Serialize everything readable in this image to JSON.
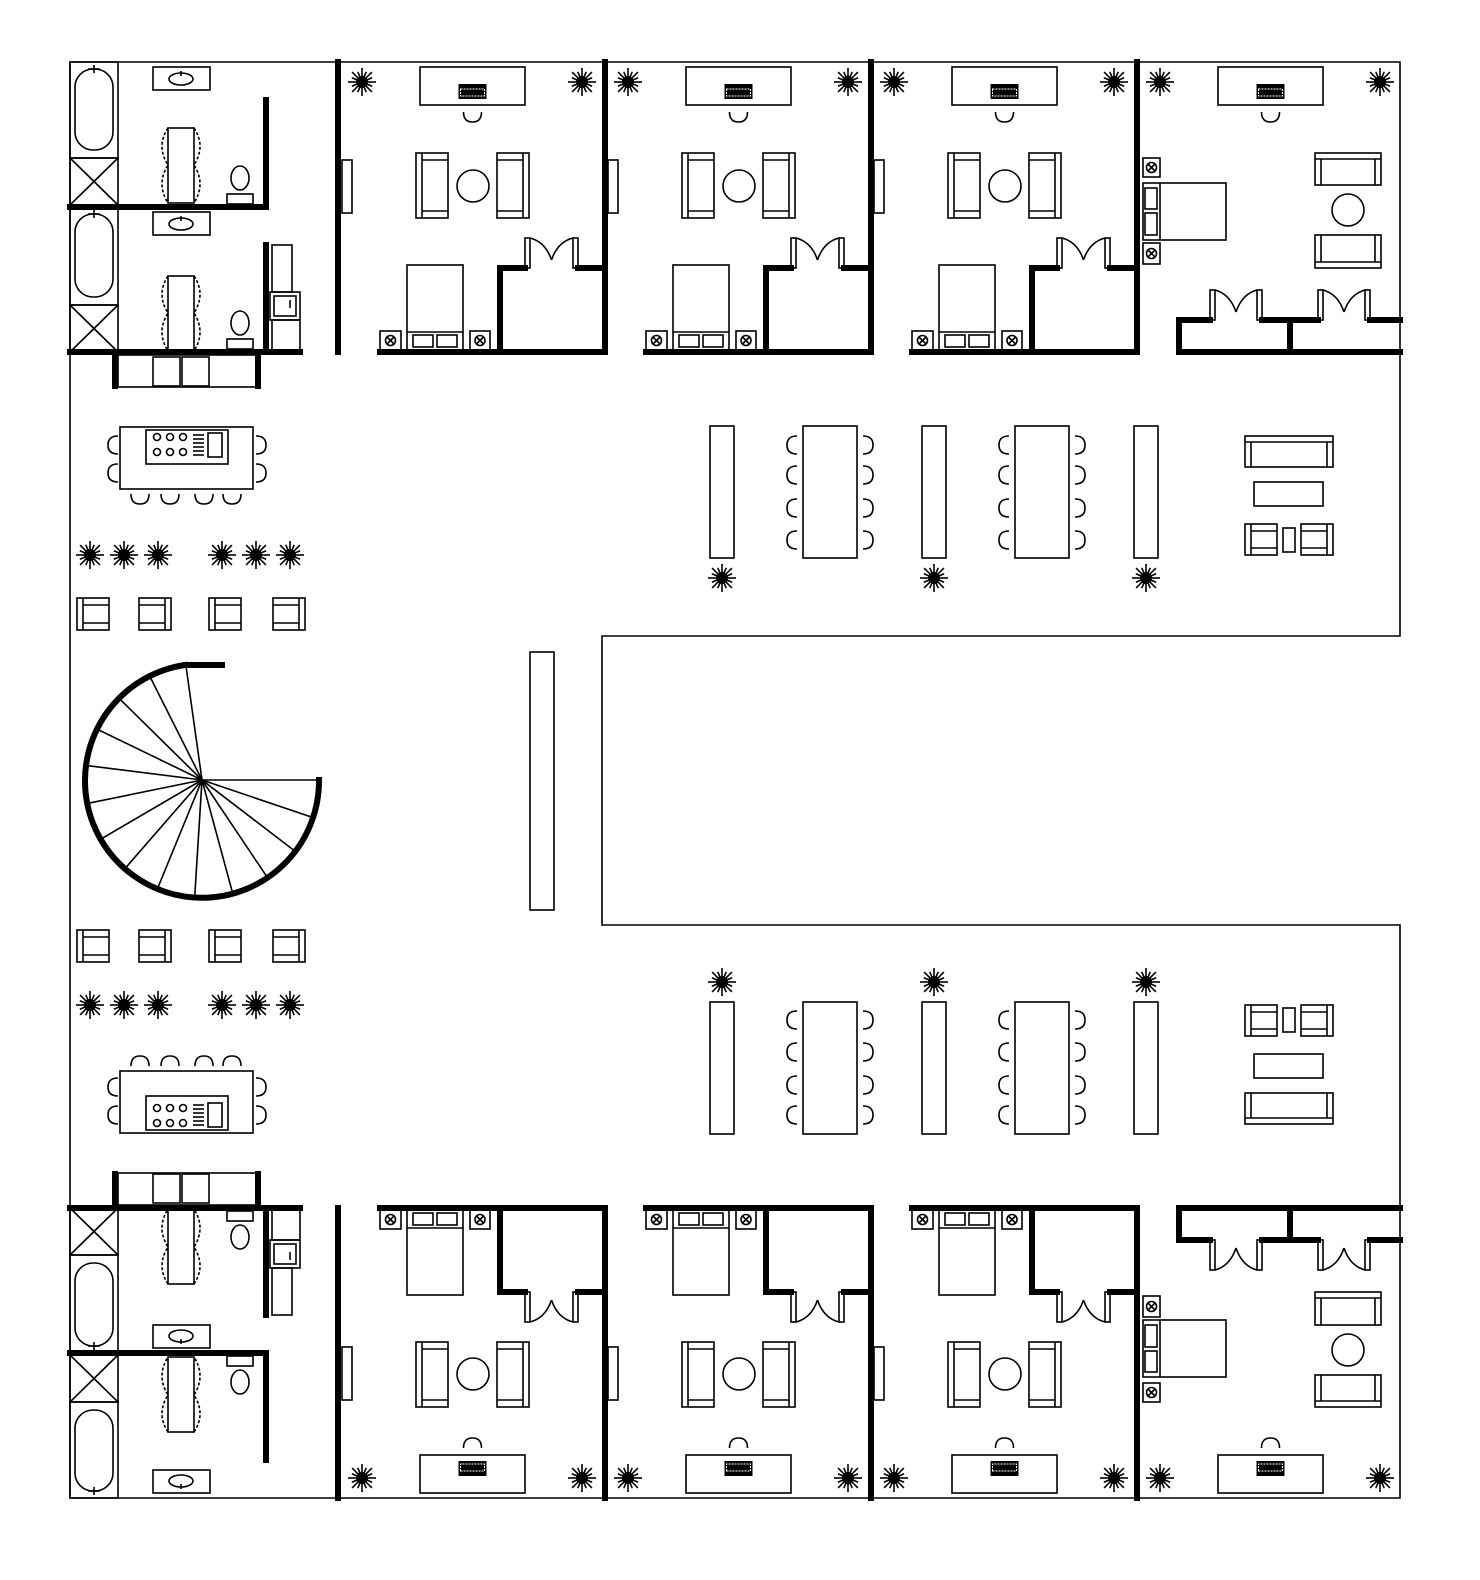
{
  "plan": {
    "kind": "architectural floor plan",
    "colors": {
      "line": "#000000",
      "background": "#ffffff"
    },
    "symbols": [
      "bathtub-icon",
      "shower-icon",
      "sink-icon",
      "toilet-icon",
      "bed-icon",
      "nightstand-icon",
      "desk-icon",
      "keyboard-icon",
      "armchair-icon",
      "sofa-icon",
      "coffee-table-icon",
      "dining-table-icon",
      "bench-icon",
      "chair-icon",
      "plant-icon",
      "kitchen-island-icon",
      "cooktop-icon",
      "refrigerator-icon",
      "closet-door-icon",
      "spiral-staircase-icon",
      "window-icon"
    ],
    "bedrooms_per_wing": 4,
    "bathrooms_per_wing": 2,
    "dining_tables_per_wing": 2
  }
}
